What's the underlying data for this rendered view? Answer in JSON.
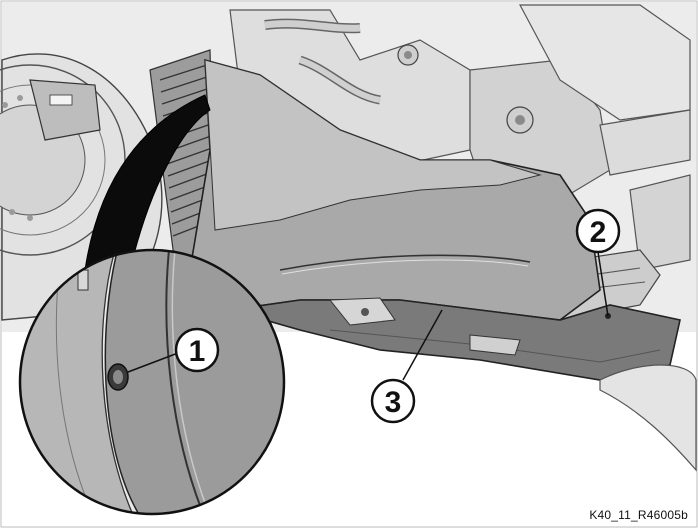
{
  "illustration": {
    "subject": "motorcycle-underside-lower-fairing-service-diagram",
    "colors": {
      "background": "#ffffff",
      "outline": "#2a2a2a",
      "panel_light": "#d6d6d6",
      "panel_mid": "#a7a7a7",
      "panel_dark": "#6e6e6e",
      "callout_fill": "#ffffff",
      "callout_stroke": "#111111"
    }
  },
  "callouts": {
    "one": "1",
    "two": "2",
    "three": "3"
  },
  "reference_code": "K40_11_R46005b"
}
